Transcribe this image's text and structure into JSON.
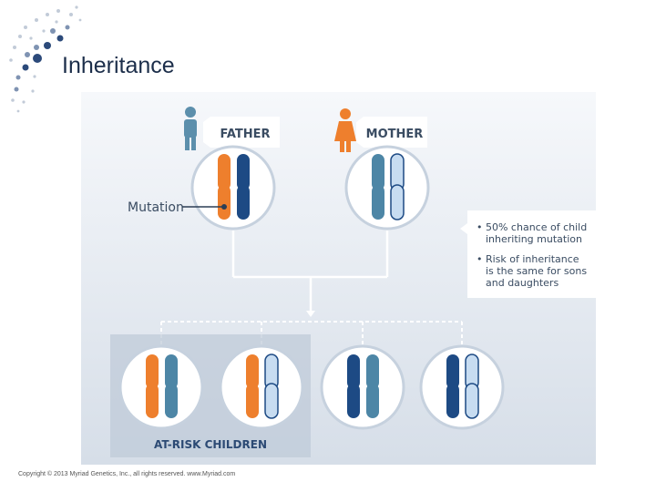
{
  "slide": {
    "title": "Inheritance",
    "copyright": "Copyright © 2013 Myriad Genetics, Inc., all rights reserved. www.Myriad.com"
  },
  "diagram": {
    "father_label": "FATHER",
    "mother_label": "MOTHER",
    "mutation_label": "Mutation",
    "info_bullets": [
      "• 50% chance of child",
      "inheriting mutation",
      "• Risk of inheritance",
      "is the same for sons",
      "and daughters"
    ],
    "at_risk_label": "AT-RISK CHILDREN",
    "colors": {
      "mutation_orange": "#ee7f2d",
      "father_dark_blue": "#1d4a84",
      "mother_teal": "#4d86a6",
      "mother_light_blue": "#c7dcf1",
      "figure_blue": "#5c8fac"
    }
  }
}
